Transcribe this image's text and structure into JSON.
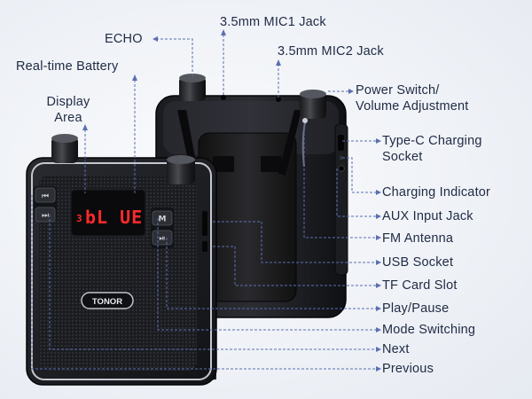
{
  "diagram": {
    "device_brand": "TONOR",
    "display_text": "bL UE",
    "display_prefix": "3",
    "colors": {
      "leader_line": "#5b6fb0",
      "label_text": "#1f2a44",
      "led_red": "#ff2a2a",
      "accent": "#8a93a8"
    },
    "labels": {
      "echo": "ECHO",
      "mic1": "3.5mm MIC1 Jack",
      "mic2": "3.5mm MIC2 Jack",
      "battery": "Real-time Battery",
      "display": "Display\nArea",
      "power": "Power Switch/\nVolume Adjustment",
      "typec": "Type-C Charging\nSocket",
      "charging_indicator": "Charging Indicator",
      "aux": "AUX Input Jack",
      "fm": "FM Antenna",
      "usb": "USB Socket",
      "tf": "TF Card Slot",
      "play": "Play/Pause",
      "mode": "Mode Switching",
      "next": "Next",
      "previous": "Previous"
    }
  }
}
